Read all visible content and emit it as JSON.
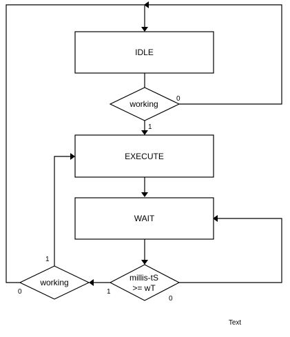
{
  "nodes": {
    "idle": "IDLE",
    "working_check": "working",
    "execute": "EXECUTE",
    "wait": "WAIT",
    "timer_check_line1": "millis-tS",
    "timer_check_line2": ">= wT",
    "working_check_2": "working"
  },
  "edge_labels": {
    "working_false": "0",
    "working_true": "1",
    "timer_true": "1",
    "timer_false": "0",
    "working2_true": "1",
    "working2_false": "0"
  },
  "free_text": "Text",
  "colors": {
    "stroke": "#000000",
    "fill": "#ffffff"
  }
}
